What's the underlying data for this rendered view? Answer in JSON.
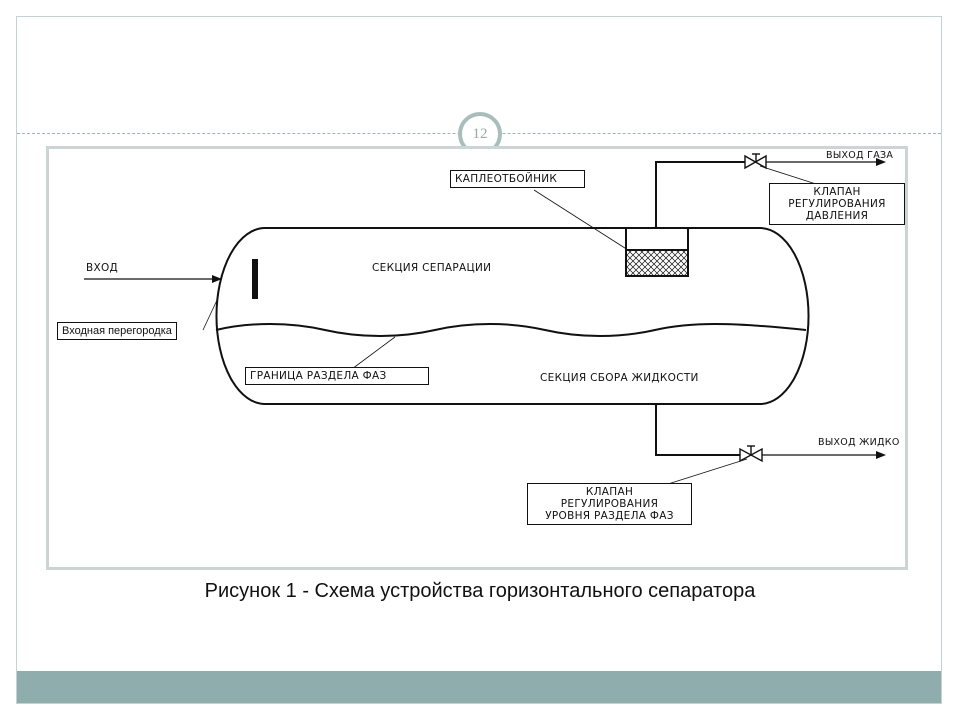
{
  "slide": {
    "page_number": "12",
    "caption": "Рисунок 1 - Схема устройства горизонтального сепаратора"
  },
  "diagram": {
    "inlet": "ВХОД",
    "inlet_baffle": "Входная перегородка",
    "separation_section": "СЕКЦИЯ СЕПАРАЦИИ",
    "phase_boundary": "ГРАНИЦА РАЗДЕЛА ФАЗ",
    "liquid_section": "СЕКЦИЯ СБОРА ЖИДКОСТИ",
    "mist_eliminator": "КАПЛЕОТБОЙНИК",
    "gas_outlet": "ВЫХОД ГАЗА",
    "liquid_outlet": "ВЫХОД ЖИДКО",
    "pressure_valve": [
      "КЛАПАН",
      "РЕГУЛИРОВАНИЯ",
      "ДАВЛЕНИЯ"
    ],
    "level_valve": [
      "КЛАПАН",
      "РЕГУЛИРОВАНИЯ",
      "УРОВНЯ РАЗДЕЛА ФАЗ"
    ]
  },
  "colors": {
    "band": "#8fadad",
    "badge_ring": "#a9bdbd"
  }
}
